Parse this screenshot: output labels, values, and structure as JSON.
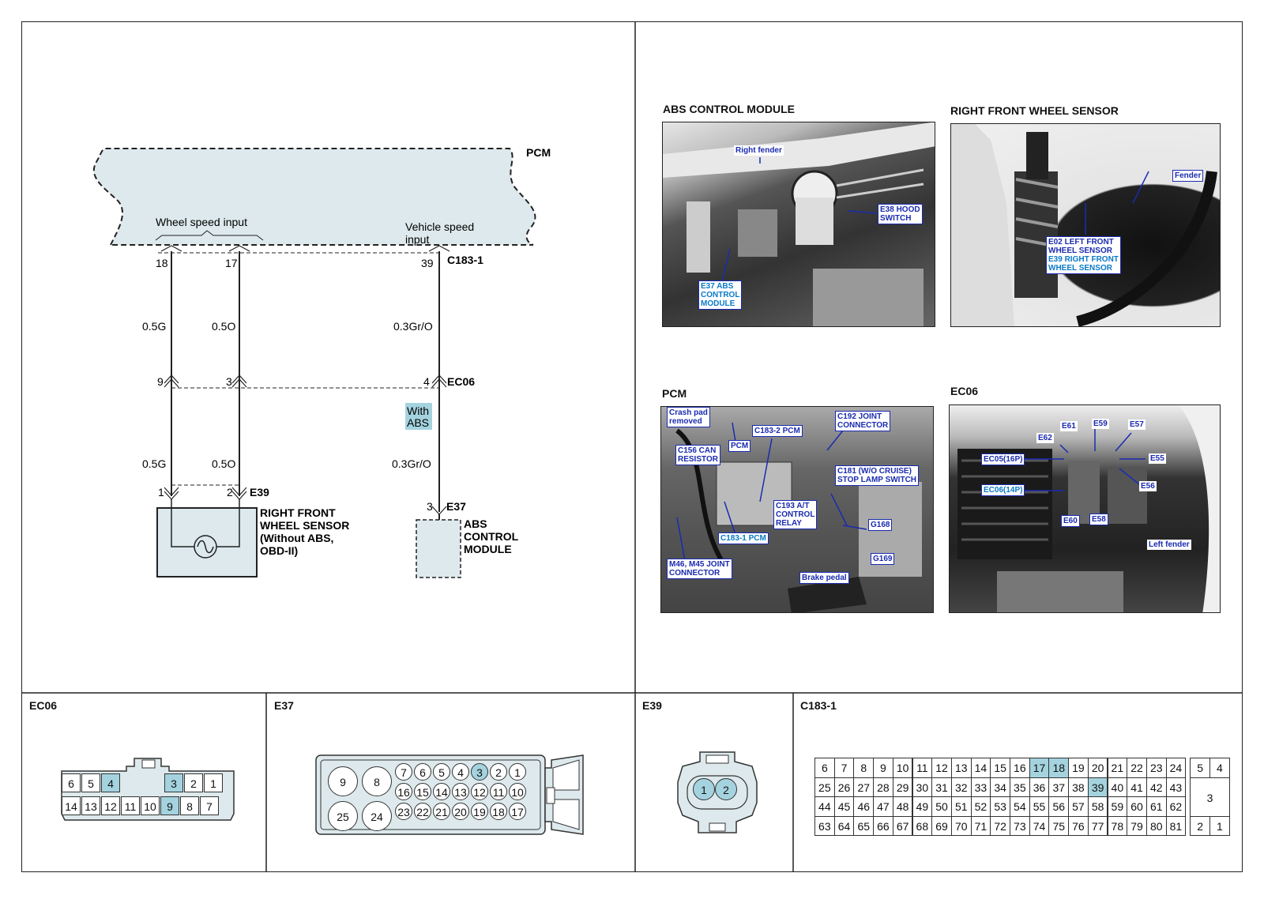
{
  "schematic": {
    "pcm_label": "PCM",
    "wheel_speed_input": "Wheel speed input",
    "vehicle_speed_input_line1": "Vehicle speed",
    "vehicle_speed_input_line2": "input",
    "connector_c183_1": "C183-1",
    "connector_ec06": "EC06",
    "connector_e39": "E39",
    "connector_e37": "E37",
    "pins": {
      "p18": "18",
      "p17": "17",
      "p39": "39",
      "p9": "9",
      "p3": "3",
      "p4": "4",
      "p1": "1",
      "p2": "2",
      "p3b": "3"
    },
    "wires": {
      "w1": "0.5G",
      "w2": "0.5O",
      "w3": "0.3Gr/O",
      "w4": "0.5G",
      "w5": "0.5O",
      "w6": "0.3Gr/O"
    },
    "with_abs_line1": "With",
    "with_abs_line2": "ABS",
    "sensor_label": [
      "RIGHT FRONT",
      "WHEEL SENSOR",
      "(Without ABS,",
      "OBD-II)"
    ],
    "abs_label": [
      "ABS",
      "CONTROL",
      "MODULE"
    ],
    "colors": {
      "fill": "#dde9ec",
      "highlight": "#a4d3df"
    }
  },
  "photos": {
    "abs": {
      "title": "ABS CONTROL MODULE",
      "c1": "Right fender",
      "c2a": "E38 HOOD",
      "c2b": "SWITCH",
      "c3a": "E37 ABS",
      "c3b": "CONTROL",
      "c3c": "MODULE"
    },
    "wheel": {
      "title": "RIGHT FRONT WHEEL SENSOR",
      "c1": "Fender",
      "c2a": "E02 LEFT FRONT",
      "c2b": "WHEEL SENSOR",
      "c2c": "E39 RIGHT FRONT",
      "c2d": "WHEEL SENSOR"
    },
    "pcm": {
      "title": "PCM",
      "c1a": "Crash pad",
      "c1b": "removed",
      "c2": "C183-2 PCM",
      "c3a": "C192 JOINT",
      "c3b": "CONNECTOR",
      "c4a": "C156 CAN",
      "c4b": "RESISTOR",
      "c5": "PCM",
      "c6a": "C181 (W/O CRUISE)",
      "c6b": "STOP LAMP SWITCH",
      "c7a": "C193 A/T",
      "c7b": "CONTROL",
      "c7c": "RELAY",
      "c8": "G168",
      "c9": "C183-1 PCM",
      "c10": "G169",
      "c11a": "M46, M45 JOINT",
      "c11b": "CONNECTOR",
      "c12": "Brake pedal"
    },
    "ec06": {
      "title": "EC06",
      "c1": "E61",
      "c2": "E59",
      "c3": "E57",
      "c4": "E62",
      "c5": "EC05(16P)",
      "c6": "E55",
      "c7": "EC06(14P)",
      "c8": "E56",
      "c9": "E60",
      "c10": "E58",
      "c11": "Left fender"
    }
  },
  "connectors": {
    "ec06": {
      "title": "EC06",
      "top": [
        "6",
        "5",
        "4",
        "3",
        "2",
        "1"
      ],
      "bottom": [
        "14",
        "13",
        "12",
        "11",
        "10",
        "9",
        "8",
        "7"
      ]
    },
    "e37": {
      "title": "E37",
      "big": [
        "9",
        "8",
        "25",
        "24"
      ],
      "row1": [
        "7",
        "6",
        "5",
        "4",
        "3",
        "2",
        "1"
      ],
      "row2": [
        "16",
        "15",
        "14",
        "13",
        "12",
        "11",
        "10"
      ],
      "row3": [
        "23",
        "22",
        "21",
        "20",
        "19",
        "18",
        "17"
      ]
    },
    "e39": {
      "title": "E39",
      "pins": [
        "1",
        "2"
      ]
    },
    "c183": {
      "title": "C183-1",
      "row1": [
        "6",
        "7",
        "8",
        "9",
        "10",
        "11",
        "12",
        "13",
        "14",
        "15",
        "16",
        "17",
        "18",
        "19",
        "20",
        "21",
        "22",
        "23",
        "24"
      ],
      "row2": [
        "25",
        "26",
        "27",
        "28",
        "29",
        "30",
        "31",
        "32",
        "33",
        "34",
        "35",
        "36",
        "37",
        "38",
        "39",
        "40",
        "41",
        "42",
        "43"
      ],
      "row3": [
        "44",
        "45",
        "46",
        "47",
        "48",
        "49",
        "50",
        "51",
        "52",
        "53",
        "54",
        "55",
        "56",
        "57",
        "58",
        "59",
        "60",
        "61",
        "62"
      ],
      "row4": [
        "63",
        "64",
        "65",
        "66",
        "67",
        "68",
        "69",
        "70",
        "71",
        "72",
        "73",
        "74",
        "75",
        "76",
        "77",
        "78",
        "79",
        "80",
        "81"
      ],
      "side_r1": [
        "5",
        "4"
      ],
      "side_mid": "3",
      "side_r4": [
        "2",
        "1"
      ]
    }
  }
}
